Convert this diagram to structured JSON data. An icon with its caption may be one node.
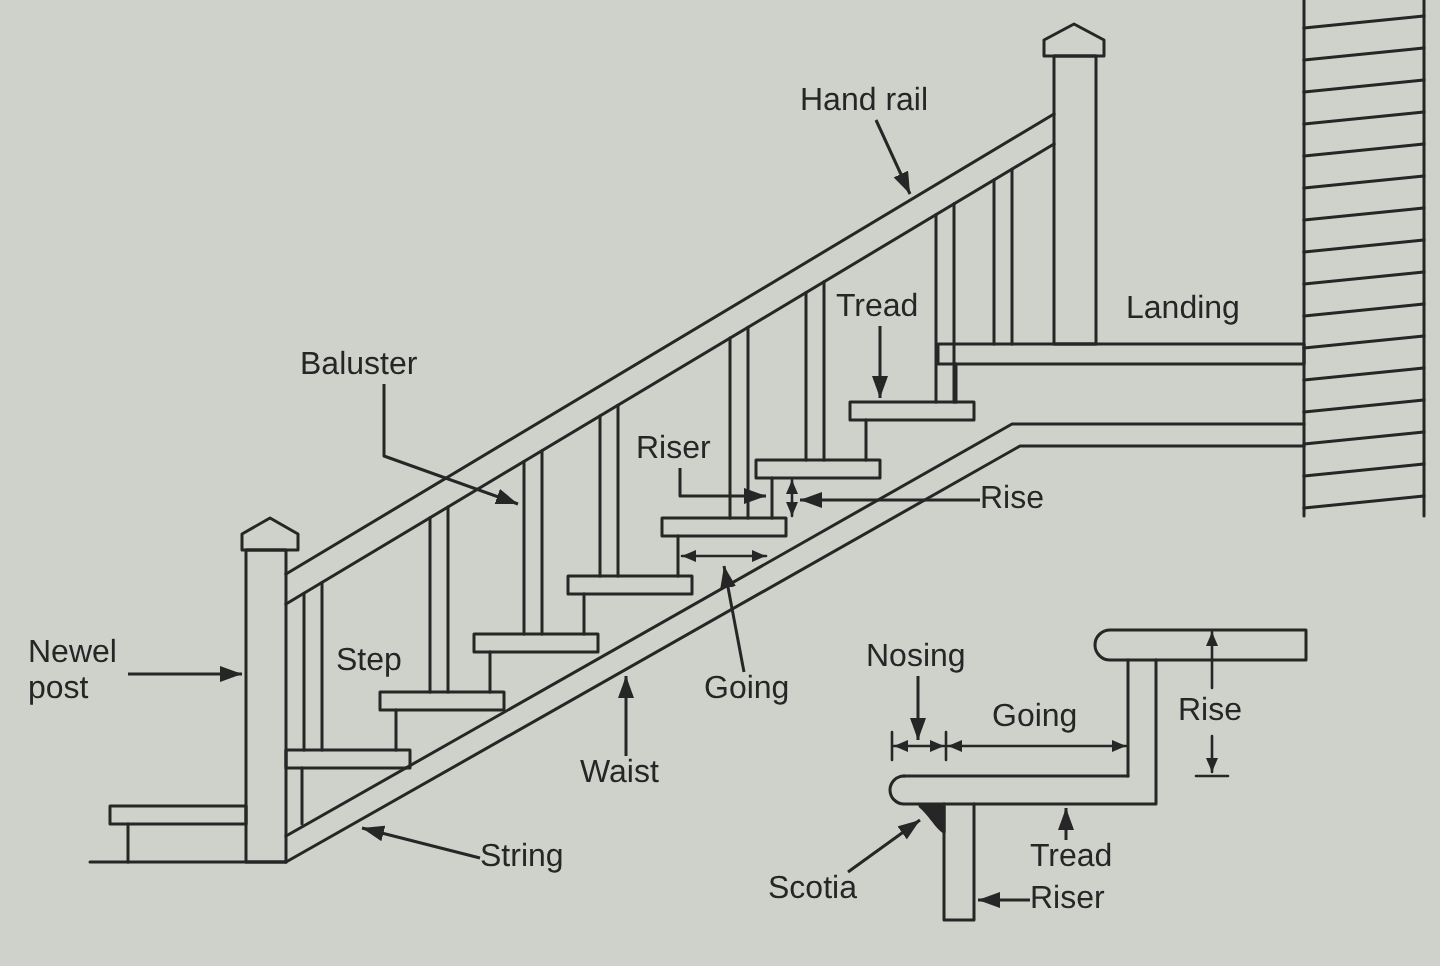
{
  "diagram": {
    "nodes": [
      {
        "text": [
          "Hand rail"
        ]
      },
      {
        "text": [
          "Tread"
        ]
      },
      {
        "text": [
          "Baluster"
        ]
      },
      {
        "text": [
          "Riser"
        ]
      },
      {
        "text": [
          "Rise"
        ]
      },
      {
        "text": [
          "Newel post"
        ]
      },
      {
        "text": [
          "Nosing"
        ]
      },
      {
        "text": [
          "Going"
        ]
      },
      {
        "text": [
          "Waist"
        ]
      },
      {
        "text": [
          "String"
        ]
      },
      {
        "text": [
          "Tread"
        ]
      },
      {
        "text": [
          "Scotia"
        ]
      },
      {
        "text": [
          "Riser"
        ]
      }
    ],
    "edges": [
      {
        "from": 0,
        "to": null,
        "arrow": "to"
      },
      {
        "from": 1,
        "to": null,
        "arrow": "to"
      },
      {
        "from": 2,
        "to": null,
        "arrow": "to"
      },
      {
        "from": 3,
        "to": null,
        "arrow": "to"
      },
      {
        "from": 4,
        "to": null,
        "arrow": "to"
      },
      {
        "from": 5,
        "to": null,
        "arrow": "to"
      },
      {
        "from": 6,
        "to": null,
        "arrow": "to"
      },
      {
        "from": 7,
        "to": null,
        "arrow": "to"
      },
      {
        "from": 8,
        "to": null,
        "arrow": "to"
      },
      {
        "from": 9,
        "to": null,
        "arrow": "to"
      },
      {
        "from": 10,
        "to": null,
        "arrow": "to"
      },
      {
        "from": 11,
        "to": null,
        "arrow": "to"
      },
      {
        "from": 12,
        "to": null,
        "arrow": "to"
      }
    ],
    "labels": [
      "Landing",
      "Going",
      "Rise",
      "Step"
    ]
  }
}
